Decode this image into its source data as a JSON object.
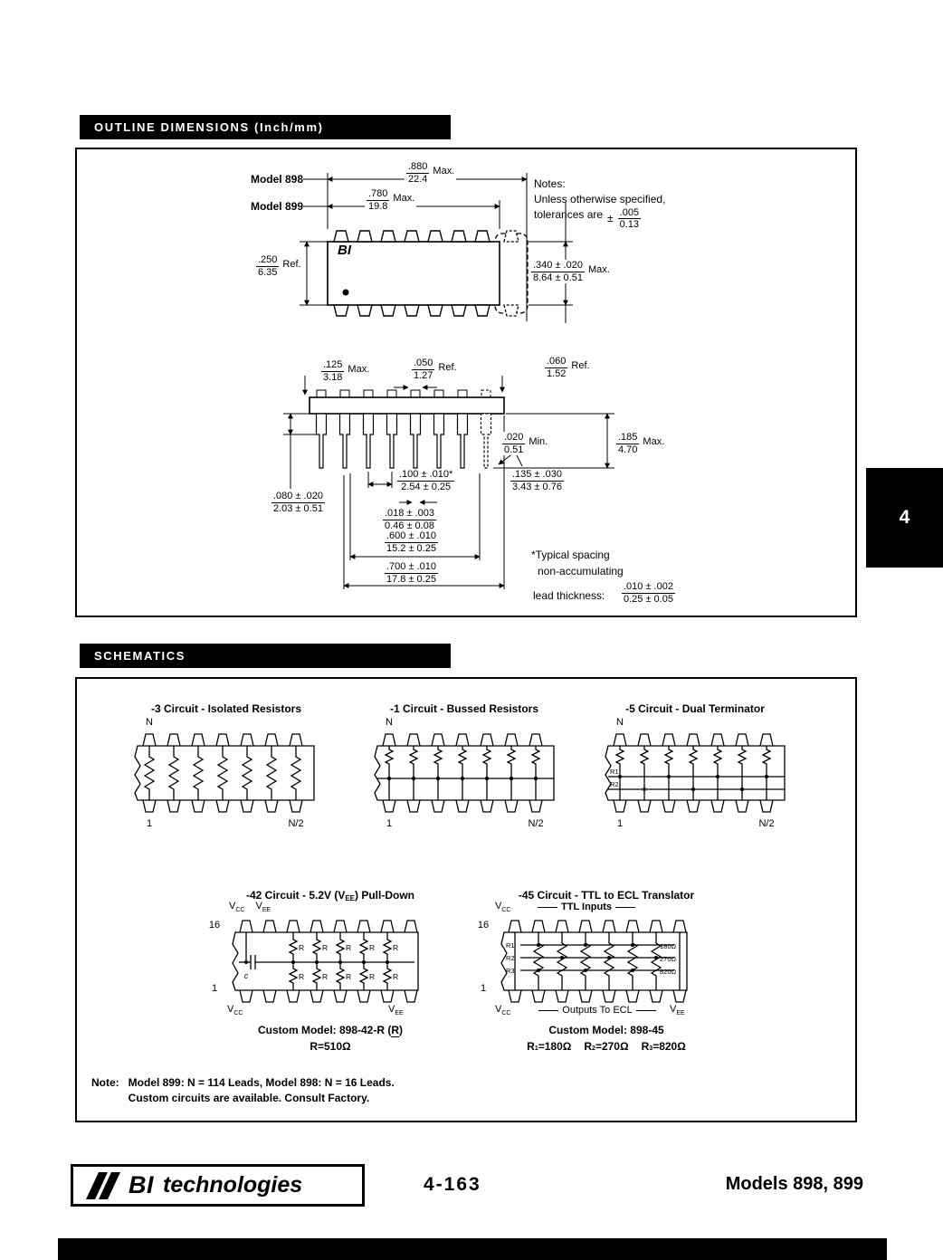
{
  "headers": {
    "outline": "OUTLINE DIMENSIONS (Inch/mm)",
    "schematics": "SCHEMATICS"
  },
  "side_tab": "4",
  "outline": {
    "model898": "Model 898",
    "model899": "Model 899",
    "chip_logo": "BI",
    "notes": {
      "title": "Notes:",
      "line1": "Unless otherwise specified,",
      "line2": "tolerances are",
      "pm": "±"
    },
    "dims": {
      "d880": {
        "t": ".880",
        "b": "22.4",
        "s": "Max."
      },
      "d780": {
        "t": ".780",
        "b": "19.8",
        "s": "Max."
      },
      "d005": {
        "t": ".005",
        "b": "0.13"
      },
      "d250": {
        "t": ".250",
        "b": "6.35",
        "s": "Ref."
      },
      "d340": {
        "t": ".340 ± .020",
        "b": "8.64 ± 0.51",
        "s": "Max."
      },
      "d125": {
        "t": ".125",
        "b": "3.18",
        "s": "Max."
      },
      "d050": {
        "t": ".050",
        "b": "1.27",
        "s": "Ref."
      },
      "d060": {
        "t": ".060",
        "b": "1.52",
        "s": "Ref."
      },
      "d020": {
        "t": ".020",
        "b": "0.51",
        "s": "Min."
      },
      "d185": {
        "t": ".185",
        "b": "4.70",
        "s": "Max."
      },
      "d100": {
        "t": ".100 ± .010*",
        "b": "2.54 ± 0.25"
      },
      "d018": {
        "t": ".018 ± .003",
        "b": "0.46 ± 0.08"
      },
      "d600": {
        "t": ".600 ± .010",
        "b": "15.2 ± 0.25"
      },
      "d700": {
        "t": ".700 ± .010",
        "b": "17.8 ± 0.25"
      },
      "d080": {
        "t": ".080 ± .020",
        "b": "2.03 ± 0.51"
      },
      "d135": {
        "t": ".135 ± .030",
        "b": "3.43 ± 0.76"
      },
      "d010": {
        "t": ".010 ± .002",
        "b": "0.25 ± 0.05"
      }
    },
    "footnote1": "*Typical spacing",
    "footnote2": "non-accumulating",
    "lead_thickness": "lead thickness:"
  },
  "schematics": {
    "c3": {
      "title": "-3 Circuit - Isolated Resistors",
      "n": "N",
      "one": "1",
      "n2": "N/2"
    },
    "c1": {
      "title": "-1 Circuit - Bussed Resistors",
      "n": "N",
      "one": "1",
      "n2": "N/2"
    },
    "c5": {
      "title": "-5 Circuit - Dual Terminator",
      "n": "N",
      "one": "1",
      "n2": "N/2",
      "r1": "R1",
      "r2": "R2"
    },
    "c42": {
      "title_pre": "-42 Circuit - 5.2V (V",
      "title_sub": "EE",
      "title_post": ") Pull-Down",
      "v": "V",
      "cc": "CC",
      "ee": "EE",
      "pin16": "16",
      "pin1": "1",
      "cap": "c",
      "r": "R",
      "custom_pre": "Custom Model: 898-42-R (",
      "custom_r": "R",
      "custom_post": ")",
      "rvalue": "R=510Ω"
    },
    "c45": {
      "title": "-45 Circuit - TTL to ECL Translator",
      "v": "V",
      "cc": "CC",
      "ee": "EE",
      "pin16": "16",
      "pin1": "1",
      "ttl": "TTL Inputs",
      "outputs": "Outputs To ECL",
      "r1": "R1",
      "r2": "R2",
      "r3": "R3",
      "ohm1": "180Ω",
      "ohm2": "270Ω",
      "ohm3": "820Ω",
      "custom": "Custom Model: 898-45",
      "rv": [
        {
          "b": "R",
          "s": "1",
          "e": "=180Ω"
        },
        {
          "b": "R",
          "s": "2",
          "e": "=270Ω"
        },
        {
          "b": "R",
          "s": "3",
          "e": "=820Ω"
        }
      ]
    },
    "note": {
      "label": "Note:",
      "line1": "Model 899: N = 114 Leads, Model 898: N = 16 Leads.",
      "line2": "Custom circuits are available.  Consult Factory."
    }
  },
  "footer": {
    "brand_bi": "BI",
    "brand_rest": "technologies",
    "page": "4-163",
    "models": "Models 898, 899"
  }
}
